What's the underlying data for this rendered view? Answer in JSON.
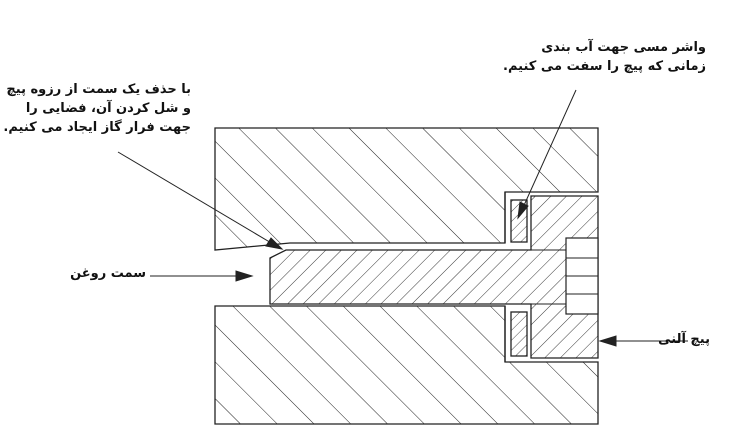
{
  "diagram": {
    "labels": {
      "gas_escape_note": [
        "با حذف یک سمت از رزوه پیچ",
        "و شل کردن آن، فضایی را",
        "جهت فرار گاز ایجاد می کنیم."
      ],
      "copper_washer_note": [
        "واشر مسی جهت آب بندی",
        "زمانی که پیچ را سفت می کنیم."
      ],
      "oil_side": "سمت روغن",
      "allen_bolt": "پیچ آلنی"
    },
    "colors": {
      "line": "#222222",
      "background": "#ffffff"
    }
  }
}
